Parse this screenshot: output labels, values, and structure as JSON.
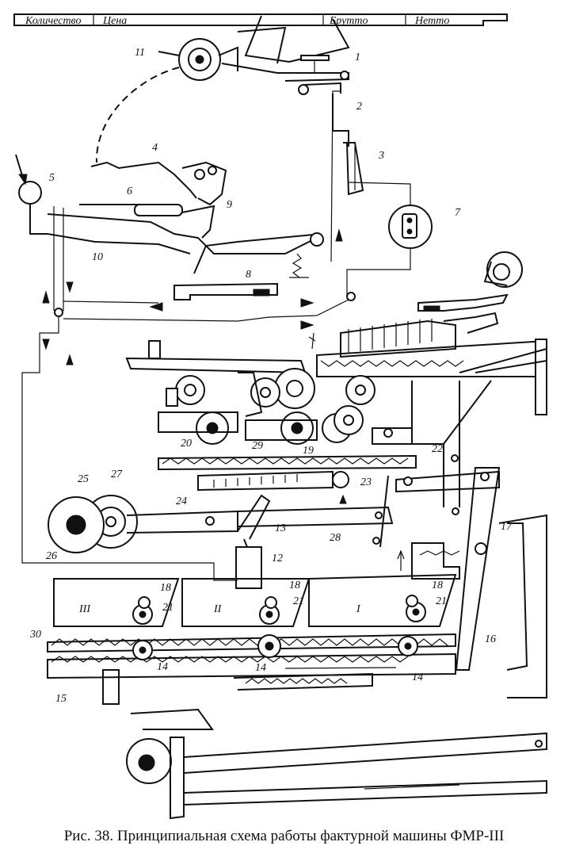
{
  "header_labels": [
    "Количество",
    "Цена",
    "Брутто",
    "Нетто"
  ],
  "part_numbers": [
    "1",
    "2",
    "3",
    "4",
    "5",
    "6",
    "7",
    "8",
    "9",
    "10",
    "11",
    "12",
    "13",
    "14",
    "14",
    "14",
    "15",
    "16",
    "17",
    "18",
    "18",
    "18",
    "19",
    "20",
    "21",
    "21",
    "21",
    "22",
    "23",
    "24",
    "25",
    "26",
    "27",
    "28",
    "29",
    "30"
  ],
  "register_labels": [
    "III",
    "II",
    "I"
  ],
  "caption": "Рис. 38. Принципиальная схема работы фактурной машины ФМР-III",
  "colors": {
    "ink": "#111111",
    "paper": "#ffffff"
  }
}
